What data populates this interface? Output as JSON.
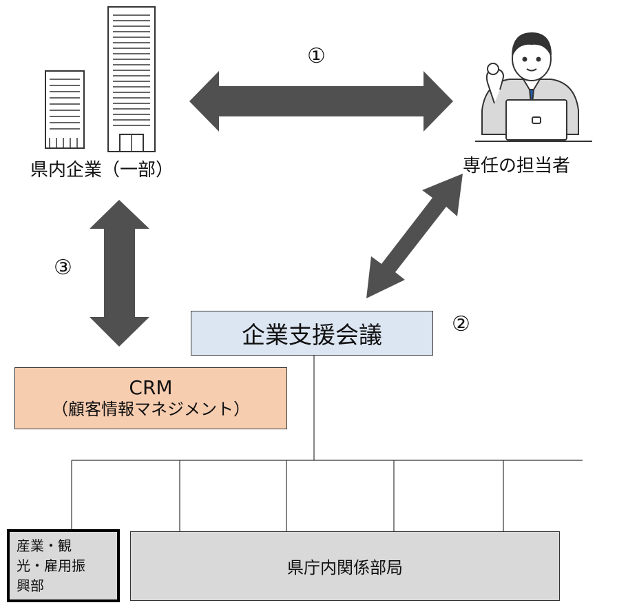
{
  "nodes": {
    "companies": {
      "label": "県内企業（一部）",
      "icon": "office-buildings-icon"
    },
    "staff": {
      "label": "専任の担当者",
      "icon": "staff-person-laptop-icon"
    },
    "council": {
      "label": "企業支援会議",
      "fill": "#dce6f3"
    },
    "crm": {
      "title": "CRM",
      "subtitle": "（顧客情報マネジメント）",
      "fill": "#f7cdb0"
    },
    "industry_dept": {
      "line1": "産業・観",
      "line2": "光・雇用振",
      "line3": "興部"
    },
    "related_depts": {
      "label": "県庁内関係部局",
      "fill": "#d9d9d9"
    }
  },
  "markers": {
    "one": "①",
    "two": "②",
    "three": "③"
  },
  "colors": {
    "arrow": "#505050",
    "line": "#333333"
  }
}
